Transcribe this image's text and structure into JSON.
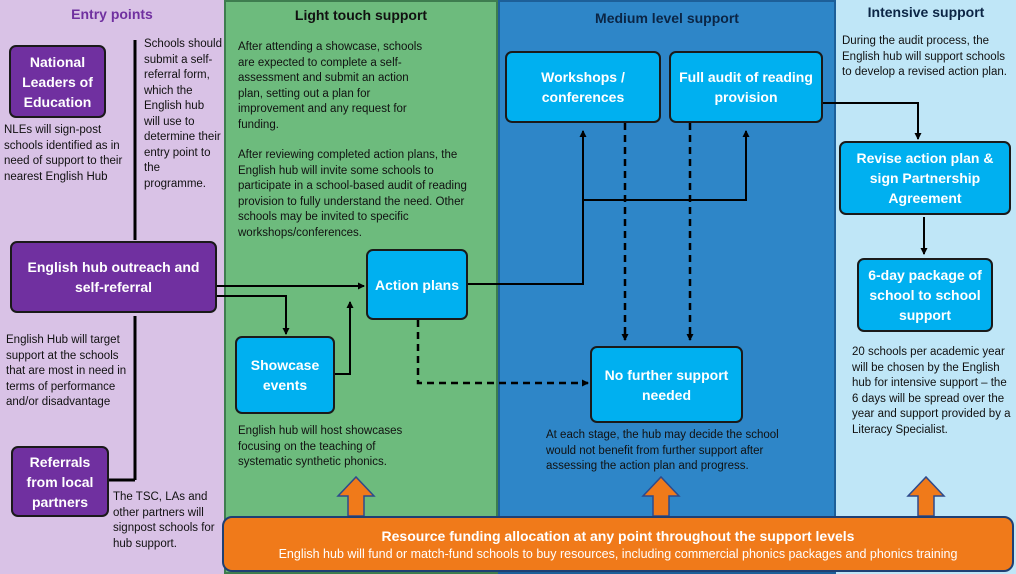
{
  "columns": {
    "entry": {
      "title": "Entry points"
    },
    "light": {
      "title": "Light touch support"
    },
    "medium": {
      "title": "Medium level support"
    },
    "intensive": {
      "title": "Intensive support"
    }
  },
  "colors": {
    "entry_bg": "#d9c2e6",
    "light_bg": "#6dbb7d",
    "medium_bg": "#2e86c8",
    "intensive_bg": "#bfe6f7",
    "purple_box": "#7030a0",
    "blue_box": "#00b0f0",
    "orange": "#f07a1a"
  },
  "boxes": {
    "nle": "National Leaders of Education",
    "outreach": "English hub outreach and self-referral",
    "referrals": "Referrals from local partners",
    "showcase": "Showcase events",
    "action_plans": "Action plans",
    "workshops": "Workshops / conferences",
    "full_audit": "Full audit of reading provision",
    "no_further": "No further support needed",
    "revise": "Revise action plan & sign Partnership Agreement",
    "six_day": "6-day package of school to school support"
  },
  "texts": {
    "schools_selfref": "Schools should submit a self-referral form, which the English hub will use to determine their entry point to the programme.",
    "nles_signpost": "NLEs will sign-post schools identified as in need of support to their nearest English Hub",
    "hub_target": "English Hub will target support at the schools that are most in need in terms of performance and/or disadvantage",
    "tsc": "The TSC, LAs and other partners will signpost schools for hub support.",
    "after_showcase": "After attending a showcase, schools are expected to complete a self-assessment and submit an action plan, setting out a plan for improvement and any request for funding.",
    "after_review": "After reviewing completed action plans, the English hub will invite some schools to participate in a school-based audit of reading provision to fully understand the need. Other schools may be invited to specific workshops/conferences.",
    "showcase_desc": "English hub will host showcases focusing on the teaching of systematic synthetic phonics.",
    "each_stage": "At each stage, the hub may decide the school would not benefit from further support after assessing the action plan and progress.",
    "audit_process": "During the audit process, the English hub will support schools to develop a revised action plan.",
    "twenty_schools": "20 schools per academic year will be chosen by the English hub for intensive support – the 6 days will be spread over the year and support provided by a Literacy Specialist."
  },
  "funding": {
    "title": "Resource funding allocation at any point throughout the support levels",
    "subtitle": "English hub will fund or match-fund schools to buy resources, including commercial phonics packages and phonics training"
  }
}
